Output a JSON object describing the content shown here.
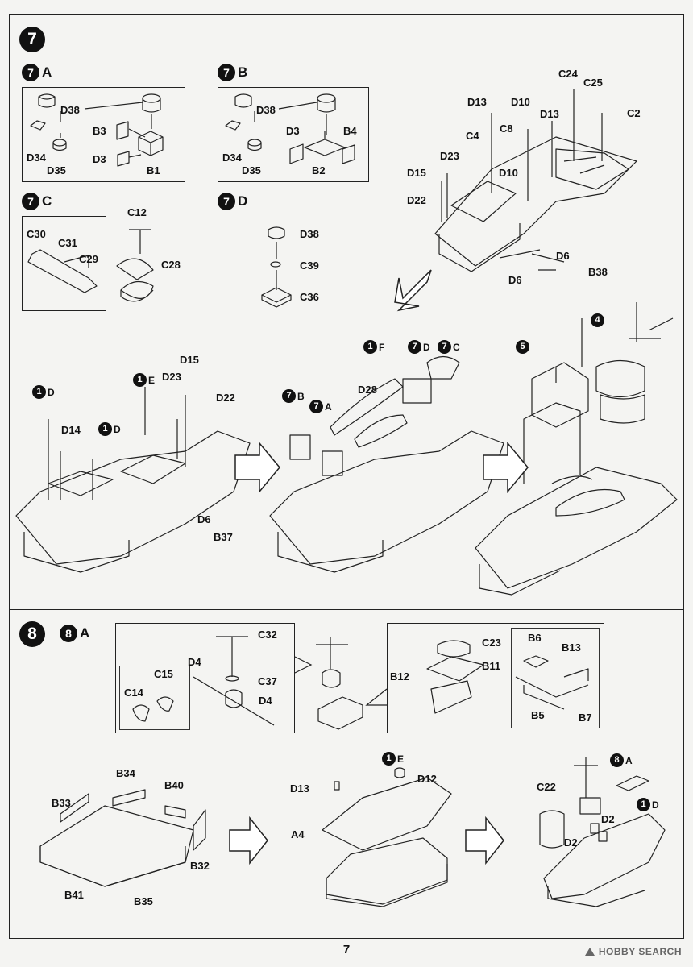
{
  "page": {
    "number": "7"
  },
  "steps": {
    "step7": {
      "number": "7"
    },
    "step8": {
      "number": "8"
    }
  },
  "substeps": {
    "s7a": {
      "num": "7",
      "letter": "A"
    },
    "s7b": {
      "num": "7",
      "letter": "B"
    },
    "s7c": {
      "num": "7",
      "letter": "C"
    },
    "s7d": {
      "num": "7",
      "letter": "D"
    },
    "s8a": {
      "num": "8",
      "letter": "A"
    }
  },
  "refs": {
    "r1d_a": {
      "num": "1",
      "letter": "D"
    },
    "r1e_a": {
      "num": "1",
      "letter": "E"
    },
    "r1d_b": {
      "num": "1",
      "letter": "D"
    },
    "r1f": {
      "num": "1",
      "letter": "F"
    },
    "r7d": {
      "num": "7",
      "letter": "D"
    },
    "r7c": {
      "num": "7",
      "letter": "C"
    },
    "r7b": {
      "num": "7",
      "letter": "B"
    },
    "r7a": {
      "num": "7",
      "letter": "A"
    },
    "r5": {
      "num": "5"
    },
    "r4": {
      "num": "4"
    },
    "r1e_c": {
      "num": "1",
      "letter": "E"
    },
    "r8a": {
      "num": "8",
      "letter": "A"
    },
    "r1d_c": {
      "num": "1",
      "letter": "D"
    }
  },
  "part_labels": {
    "a_d38": "D38",
    "a_b3": "B3",
    "a_d34": "D34",
    "a_d35": "D35",
    "a_d3": "D3",
    "a_b1": "B1",
    "b_d38": "D38",
    "b_d3": "D3",
    "b_b4": "B4",
    "b_d34": "D34",
    "b_d35": "D35",
    "b_b2": "B2",
    "c_c12": "C12",
    "c_c30": "C30",
    "c_c31": "C31",
    "c_c29": "C29",
    "c_c28": "C28",
    "d_d38": "D38",
    "d_c39": "C39",
    "d_c36": "C36",
    "t_c24": "C24",
    "t_c25": "C25",
    "t_c2": "C2",
    "t_d13a": "D13",
    "t_d10a": "D10",
    "t_d13b": "D13",
    "t_c8": "C8",
    "t_c4": "C4",
    "t_d23": "D23",
    "t_d10b": "D10",
    "t_d15": "D15",
    "t_d22": "D22",
    "t_d6a": "D6",
    "t_d6b": "D6",
    "t_b38": "B38",
    "m1_d15": "D15",
    "m1_d23": "D23",
    "m1_d22": "D22",
    "m1_d14": "D14",
    "m1_d6": "D6",
    "m1_b37": "B37",
    "m2_d28": "D28",
    "e_c32": "C32",
    "e_d4a": "D4",
    "e_c15": "C15",
    "e_c37": "C37",
    "e_c14": "C14",
    "e_d4b": "D4",
    "e_c23": "C23",
    "e_b12": "B12",
    "e_b11": "B11",
    "e_b6": "B6",
    "e_b13": "B13",
    "e_b5": "B5",
    "e_b7": "B7",
    "h_b34": "B34",
    "h_b40": "B40",
    "h_b33": "B33",
    "h_b32": "B32",
    "h_b41": "B41",
    "h_b35": "B35",
    "h_d13": "D13",
    "h_d12": "D12",
    "h_a4": "A4",
    "h_c22": "C22",
    "h_d2a": "D2",
    "h_d2b": "D2"
  },
  "watermark": {
    "text": "HOBBY SEARCH"
  },
  "icons": [
    "arrow-right-icon",
    "arrow-down-left-icon",
    "hobby-search-logo-icon"
  ]
}
